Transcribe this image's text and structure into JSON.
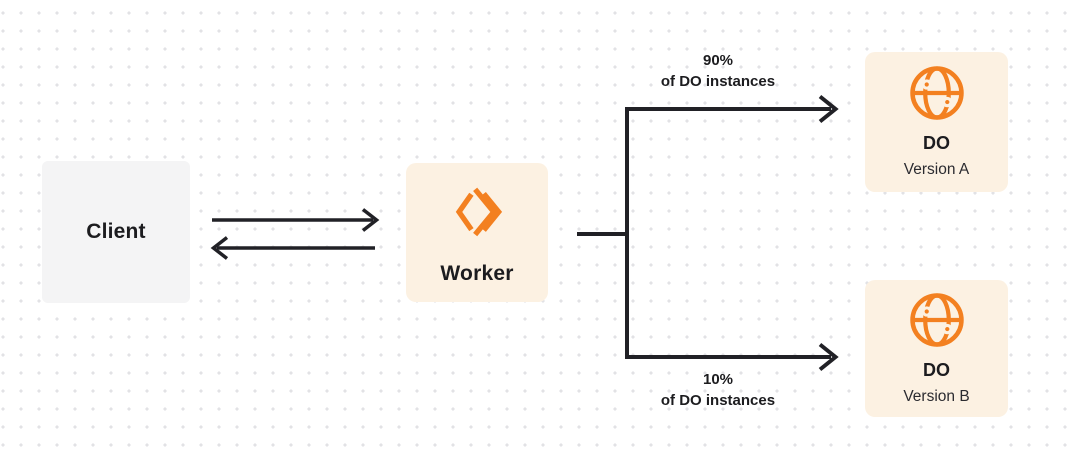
{
  "diagram": {
    "client": {
      "label": "Client"
    },
    "worker": {
      "label": "Worker"
    },
    "do_version_a": {
      "title": "DO",
      "subtitle": "Version A"
    },
    "do_version_b": {
      "title": "DO",
      "subtitle": "Version B"
    },
    "route_a": {
      "percent": "90%",
      "caption": "of DO instances"
    },
    "route_b": {
      "percent": "10%",
      "caption": "of DO instances"
    },
    "icons": {
      "worker": "workers-logo-icon",
      "durable_object": "globe-icon"
    }
  },
  "colors": {
    "orange": "#F38020",
    "cream": "#FCF1E2",
    "gray_box": "#F4F4F5",
    "arrow": "#212126",
    "text": "#1C1C1F",
    "subtext": "#2B2B30",
    "dot": "#E2E2E5",
    "background": "#FFFFFF"
  }
}
